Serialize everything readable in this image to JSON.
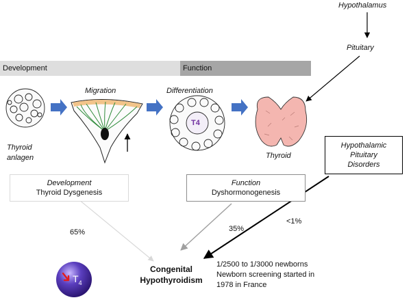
{
  "top": {
    "hypothalamus": "Hypothalamus",
    "pituitary": "Pituitary"
  },
  "bands": {
    "development": "Development",
    "function": "Function"
  },
  "stages": {
    "anlagen_line1": "Thyroid",
    "anlagen_line2": "anlagen",
    "migration": "Migration",
    "differentiation": "Differentiation",
    "t4_label": "T4",
    "thyroid": "Thyroid"
  },
  "boxes": {
    "dysgenesis": {
      "title": "Development",
      "subtitle": "Thyroid Dysgenesis"
    },
    "dyshormonogenesis": {
      "title": "Function",
      "subtitle": "Dyshormonogenesis"
    },
    "hpd": {
      "line1": "Hypothalamic",
      "line2": "Pituitary",
      "line3": "Disorders"
    }
  },
  "percentages": {
    "dysgenesis": "65%",
    "dyshormonogenesis": "35%",
    "hpd": "<1%"
  },
  "outcome": {
    "line1": "Congenital",
    "line2": "Hypothyroidism",
    "t4_symbol": "T",
    "t4_sub": "4"
  },
  "notes": {
    "line1": "1/2500 to 1/3000 newborns",
    "line2": "Newborn screening started in",
    "line3": "1978 in France"
  },
  "colors": {
    "band_development": "#dedede",
    "band_function": "#a6a6a6",
    "step_arrow": "#4472c4",
    "thyroid_fill": "#f4b6b0",
    "t4_text": "#7030a0",
    "sphere": "#5b3fbf"
  }
}
